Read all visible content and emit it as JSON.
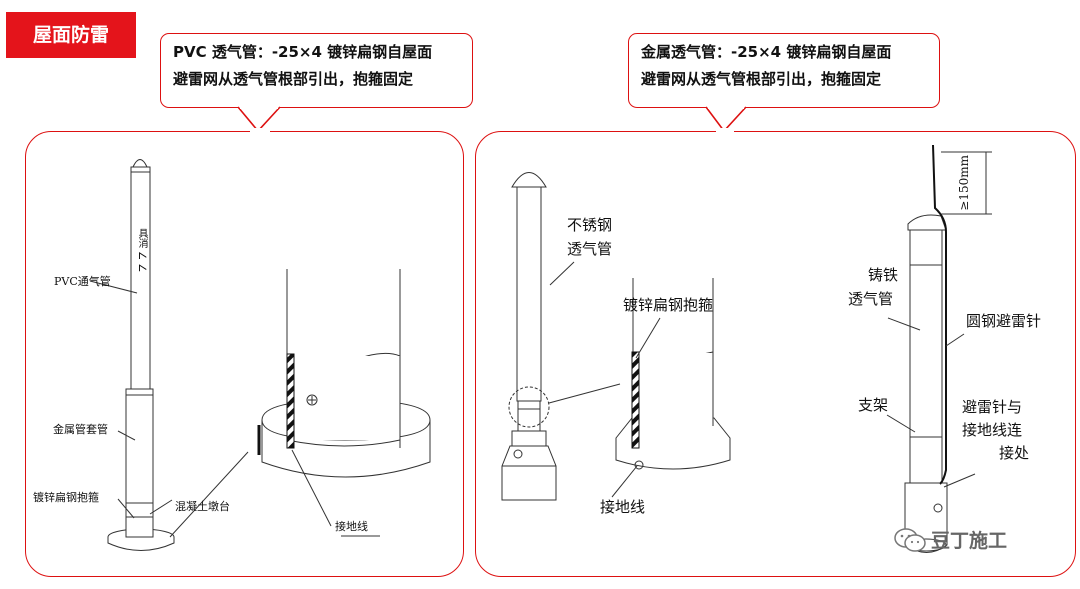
{
  "title": "屋面防雷",
  "callouts": {
    "left": {
      "line1": "PVC 透气管：-25×4 镀锌扁钢自屋面",
      "line2": "避雷网从透气管根部引出，抱箍固定"
    },
    "right": {
      "line1": "金属透气管：-25×4 镀锌扁钢自屋面",
      "line2": "避雷网从透气管根部引出，抱箍固定"
    }
  },
  "left_panel": {
    "pipe_mark": "具消 ∠ ∠",
    "pvc_pipe": "PVC通气管",
    "metal_sleeve": "金属管套管",
    "steel_hoop": "镀锌扁钢抱箍",
    "concrete_base": "混凝土墩台",
    "ground_wire": "接地线"
  },
  "right_panel": {
    "stainless_pipe_1": "不锈钢",
    "stainless_pipe_2": "透气管",
    "galv_hoop": "镀锌扁钢抱箍",
    "ground_wire": "接地线",
    "cast_iron_1": "铸铁",
    "cast_iron_2": "透气管",
    "rod": "圆钢避雷针",
    "bracket": "支架",
    "connect_1": "避雷针与",
    "connect_2": "接地线连",
    "connect_3": "接处",
    "dimension": "≥150mm"
  },
  "watermark": {
    "text": "豆丁施工",
    "icon": "wechat-icon"
  }
}
